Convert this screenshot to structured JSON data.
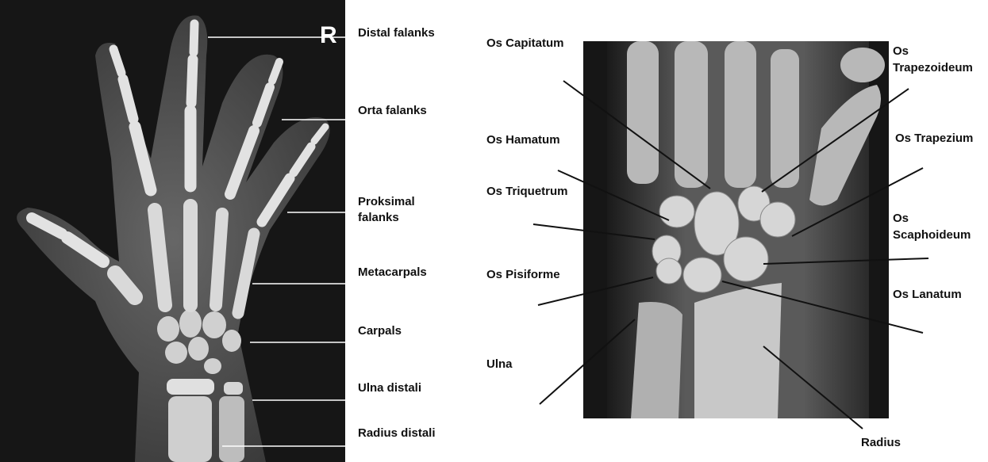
{
  "left_panel": {
    "side_marker": "R",
    "labels": {
      "distal_falanks": "Distal falanks",
      "orta_falanks": "Orta falanks",
      "proksimal_falanks_line1": "Proksimal",
      "proksimal_falanks_line2": "falanks",
      "metacarpals": "Metacarpals",
      "carpals": "Carpals",
      "ulna_distali": "Ulna distali",
      "radius_distali": "Radius distali"
    }
  },
  "right_panel": {
    "labels": {
      "capitatum": "Os Capitatum",
      "hamatum": "Os Hamatum",
      "triquetrum": "Os Triquetrum",
      "pisiforme": "Os Pisiforme",
      "ulna": "Ulna",
      "trapezoideum_line1": "Os",
      "trapezoideum_line2": "Trapezoideum",
      "trapezium": "Os Trapezium",
      "scaphoideum_line1": "Os",
      "scaphoideum_line2": "Scaphoideum",
      "lanatum": "Os Lanatum",
      "radius": "Radius"
    }
  },
  "colors": {
    "xray_background": "#161616",
    "bone": "#d9d9d9",
    "leader_line_left": "#ffffff",
    "leader_line_right": "#111111",
    "label_text": "#111111"
  }
}
